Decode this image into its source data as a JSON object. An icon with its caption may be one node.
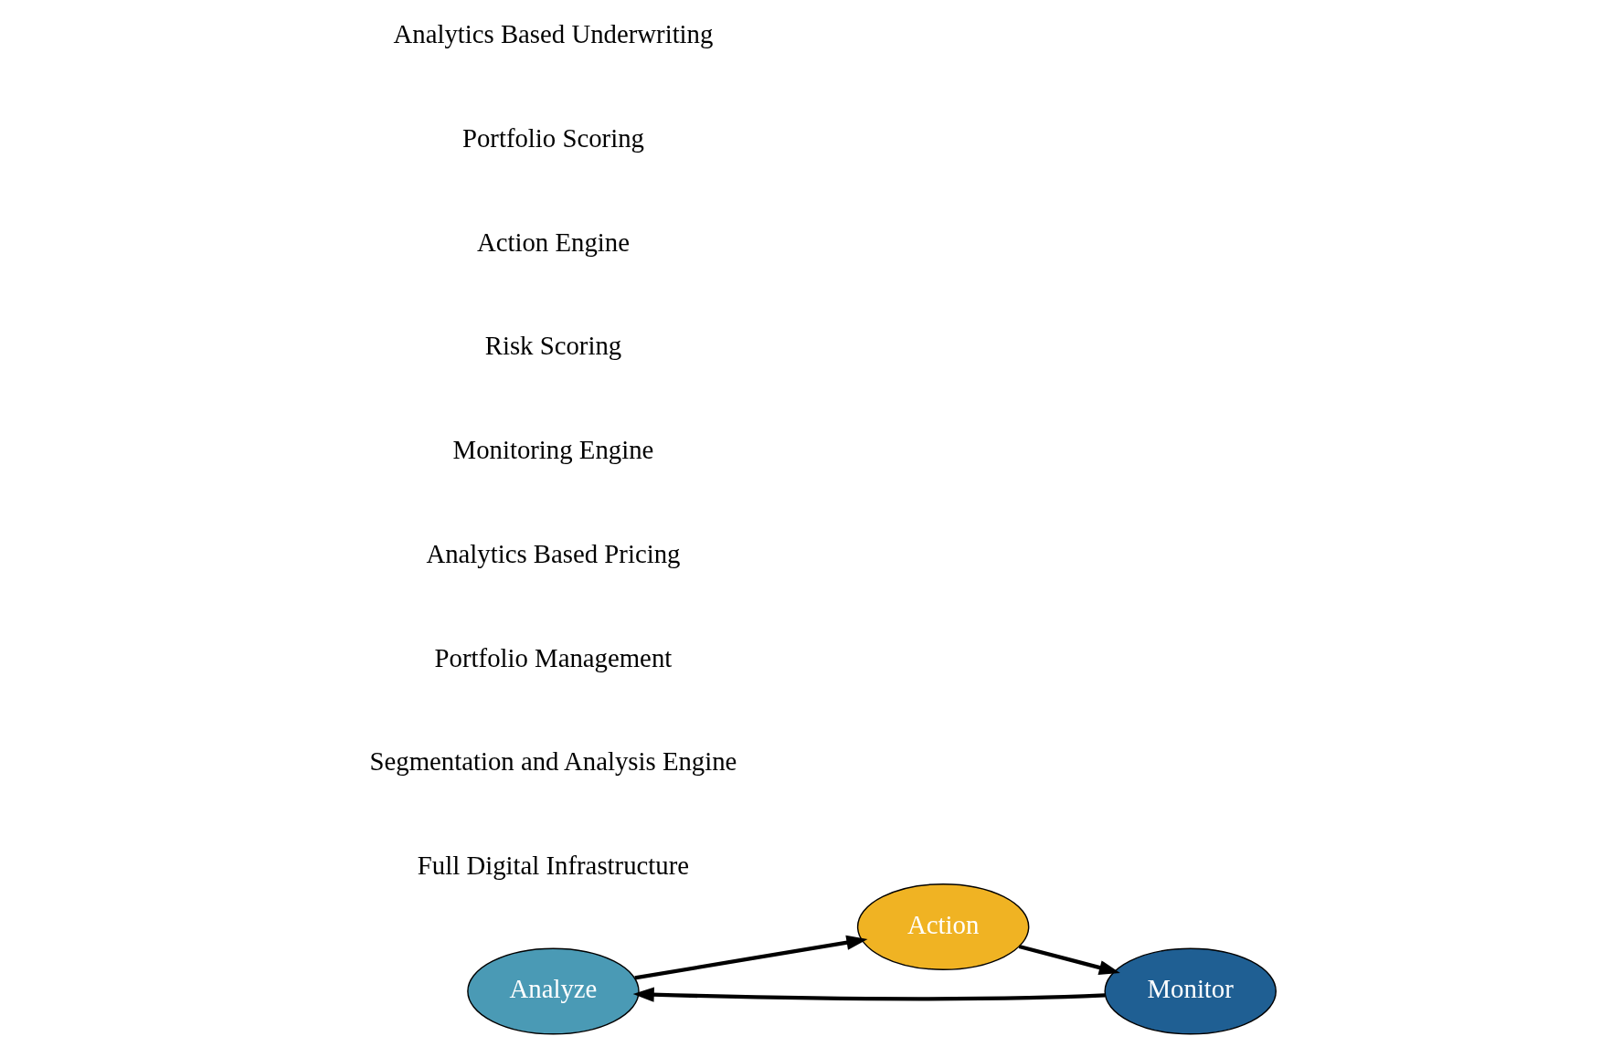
{
  "diagram": {
    "nodes": [
      {
        "text": [
          "Analyze"
        ]
      },
      {
        "text": [
          "Action"
        ]
      },
      {
        "text": [
          "Monitor"
        ]
      }
    ],
    "edges": [
      {
        "from": 0,
        "to": 1,
        "arrow": "to"
      },
      {
        "from": 1,
        "to": 2,
        "arrow": "to"
      },
      {
        "from": 2,
        "to": 0,
        "arrow": "to"
      }
    ],
    "labels": [
      "Full Digital Infrastructure",
      "Segmentation and Analysis Engine",
      "Portfolio Management",
      "Analytics Based Pricing",
      "Monitoring Engine",
      "Risk Scoring",
      "Action Engine",
      "Portfolio Scoring",
      "Analytics Based Underwriting"
    ]
  }
}
